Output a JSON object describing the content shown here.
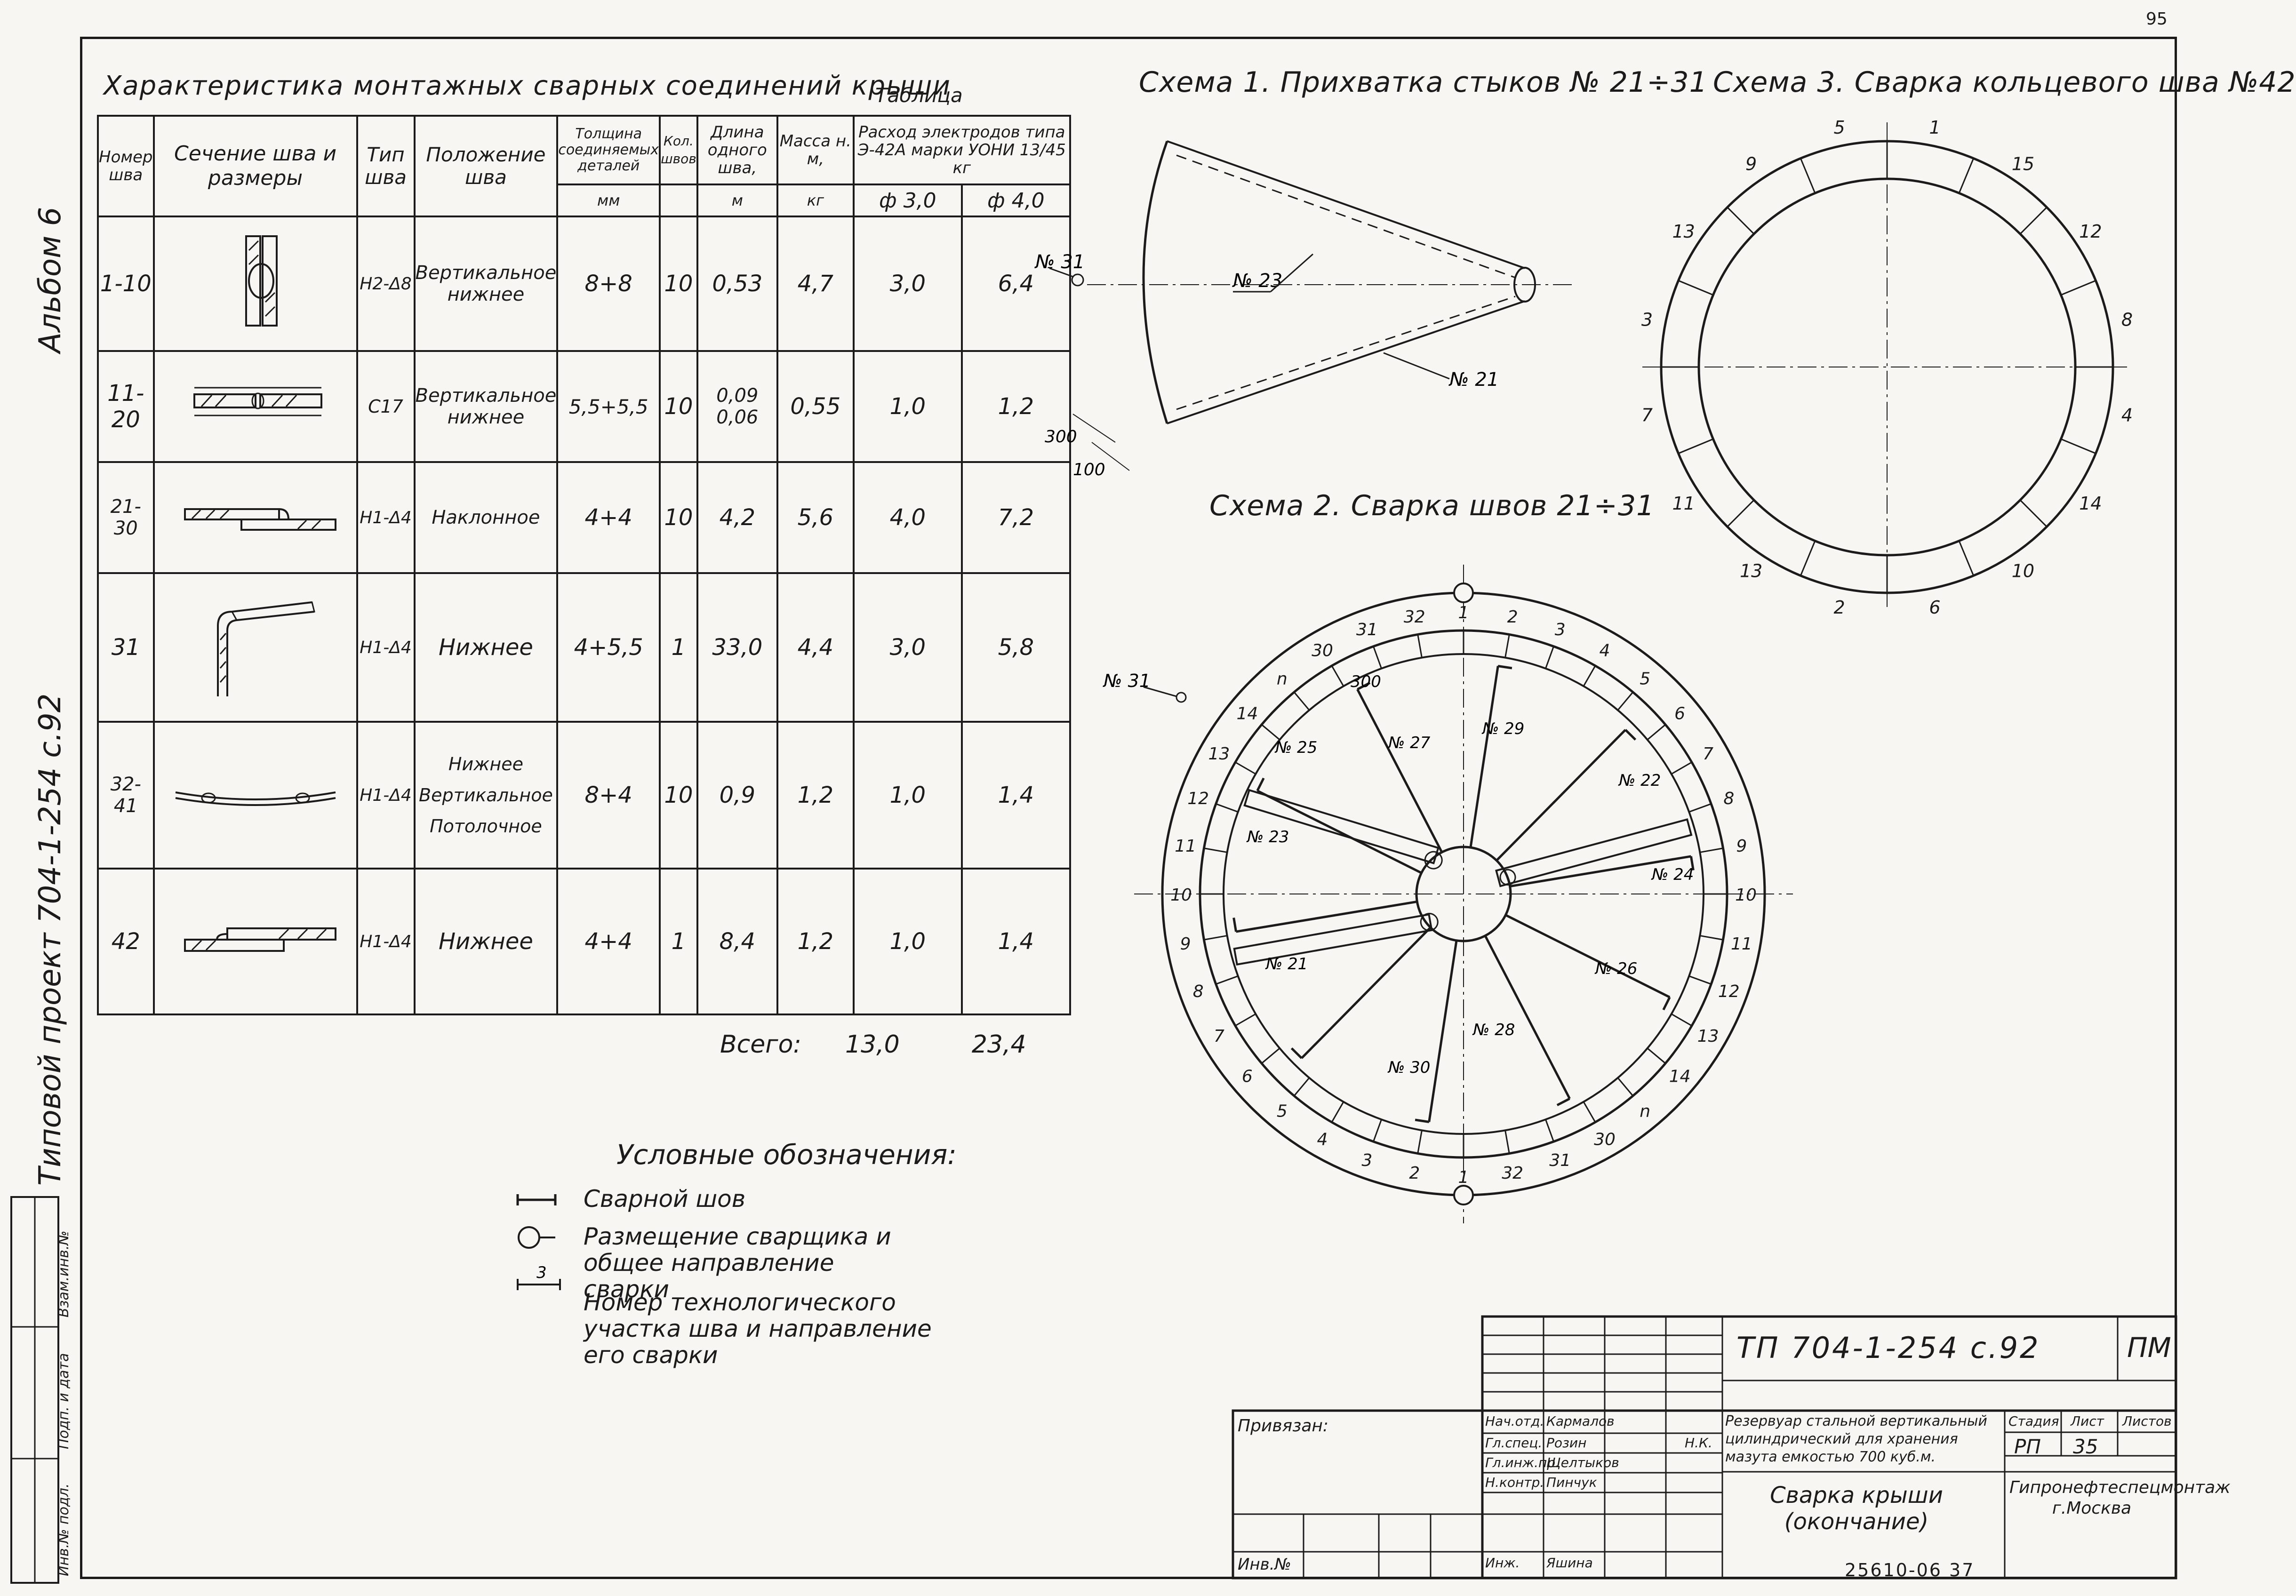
{
  "sheet": {
    "corner_number": "95",
    "album_label": "Альбом 6",
    "project_label": "Типовой проект 704-1-254 с.92",
    "stamp_labels": [
      "Взам.инв.№",
      "Подп. и дата",
      "Инв.№ подл."
    ]
  },
  "table": {
    "title": "Характеристика монтажных сварных соединений крыши",
    "label": "Таблица",
    "headers": {
      "num": "Номер шва",
      "section": "Сечение шва и размеры",
      "type": "Тип шва",
      "position": "Положение шва",
      "thickness": "Толщина соединяемых деталей",
      "count": "Кол. швов",
      "length": "Длина одного шва,",
      "mass": "Масса н. м,",
      "consumption": "Расход электродов типа Э-42А марки УОНИ 13/45 кг",
      "d30": "ф 3,0",
      "d40": "ф 4,0"
    },
    "units": {
      "thickness": "мм",
      "length": "м",
      "mass": "кг"
    },
    "rows": [
      {
        "num": "1-10",
        "type": "Н2-Δ8",
        "position": "Вертикальное нижнее",
        "thickness": "8+8",
        "count": "10",
        "length": "0,53",
        "mass": "4,7",
        "d30": "3,0",
        "d40": "6,4"
      },
      {
        "num": "11-20",
        "type": "С17",
        "position": "Вертикальное нижнее",
        "thickness": "5,5+5,5",
        "count": "10",
        "length": "0,09 0,06",
        "mass": "0,55",
        "d30": "1,0",
        "d40": "1,2"
      },
      {
        "num": "21-30",
        "type": "Н1-Δ4",
        "position": "Наклонное",
        "thickness": "4+4",
        "count": "10",
        "length": "4,2",
        "mass": "5,6",
        "d30": "4,0",
        "d40": "7,2"
      },
      {
        "num": "31",
        "type": "Н1-Δ4",
        "position": "Нижнее",
        "thickness": "4+5,5",
        "count": "1",
        "length": "33,0",
        "mass": "4,4",
        "d30": "3,0",
        "d40": "5,8"
      },
      {
        "num": "32-41",
        "type": "Н1-Δ4",
        "position": "Нижнее Вертикальное Потолочное",
        "thickness": "8+4",
        "count": "10",
        "length": "0,9",
        "mass": "1,2",
        "d30": "1,0",
        "d40": "1,4"
      },
      {
        "num": "42",
        "type": "Н1-Δ4",
        "position": "Нижнее",
        "thickness": "4+4",
        "count": "1",
        "length": "8,4",
        "mass": "1,2",
        "d30": "1,0",
        "d40": "1,4"
      }
    ],
    "total_label": "Всего:",
    "total_d30": "13,0",
    "total_d40": "23,4"
  },
  "legend": {
    "title": "Условные обозначения:",
    "items": [
      "Сварной шов",
      "Размещение сварщика и общее направление сварки",
      "Номер технологического участка шва и направление его сварки"
    ],
    "sample_number": "3"
  },
  "schema1": {
    "title": "Схема 1. Прихватка стыков № 21÷31",
    "labels": [
      "№ 31",
      "№ 23",
      "№ 21",
      "300",
      "100"
    ]
  },
  "schema2": {
    "title": "Схема 2. Сварка швов 21÷31",
    "outer_numbers": [
      "1",
      "2",
      "3",
      "4",
      "5",
      "6",
      "7",
      "8",
      "9",
      "10",
      "11",
      "12",
      "13",
      "14",
      "n",
      "30",
      "31",
      "32",
      "1",
      "2",
      "3",
      "4",
      "5",
      "6",
      "7",
      "8",
      "9",
      "10",
      "11",
      "12",
      "13",
      "14",
      "n",
      "30",
      "31",
      "32"
    ],
    "seam_labels": [
      "№ 31",
      "№ 22",
      "№ 23",
      "№ 24",
      "№ 25",
      "№ 26",
      "№ 27",
      "№ 28",
      "№ 29",
      "№ 30",
      "№ 21",
      "300"
    ],
    "bar_numbers_right": [
      "1",
      "2",
      "3",
      "4",
      "5",
      "6",
      "7",
      "8",
      "9"
    ],
    "bar_numbers_left_top": [
      "9",
      "8",
      "7",
      "6",
      "5",
      "4",
      "3",
      "2",
      "1"
    ],
    "bar_numbers_left_bottom": [
      "9",
      "8",
      "7",
      "6",
      "5",
      "4",
      "3",
      "2",
      "1"
    ]
  },
  "schema3": {
    "title": "Схема 3. Сварка кольцевого шва №42",
    "numbers": [
      "1",
      "15",
      "12",
      "8",
      "4",
      "14",
      "10",
      "6",
      "2",
      "13",
      "11",
      "7",
      "3",
      "13",
      "9",
      "5"
    ]
  },
  "title_block": {
    "code": "ТП 704-1-254 с.92",
    "stage_code": "ПМ",
    "linked_label": "Привязан:",
    "inv_label": "Инв.№",
    "description": "Резервуар стальной вертикальный цилиндрический для хранения мазута емкостью 700 куб.м.",
    "sheet_title": "Сварка крыши (окончание)",
    "stage_header": "Стадия",
    "sheet_header": "Лист",
    "sheets_header": "Листов",
    "stage": "РП",
    "sheet": "35",
    "org": "Гипронефтеспецмонтаж г.Москва",
    "roles": [
      "Нач.отд.",
      "Гл.спец.",
      "Гл.инж.пр.",
      "Н.контр.",
      "Инж."
    ],
    "names": [
      "Кармалов",
      "Розин",
      "Щелтыков",
      "Пинчук",
      "Яшина"
    ],
    "nkontr": "Н.К."
  },
  "bottom_note": "25610-06  37"
}
